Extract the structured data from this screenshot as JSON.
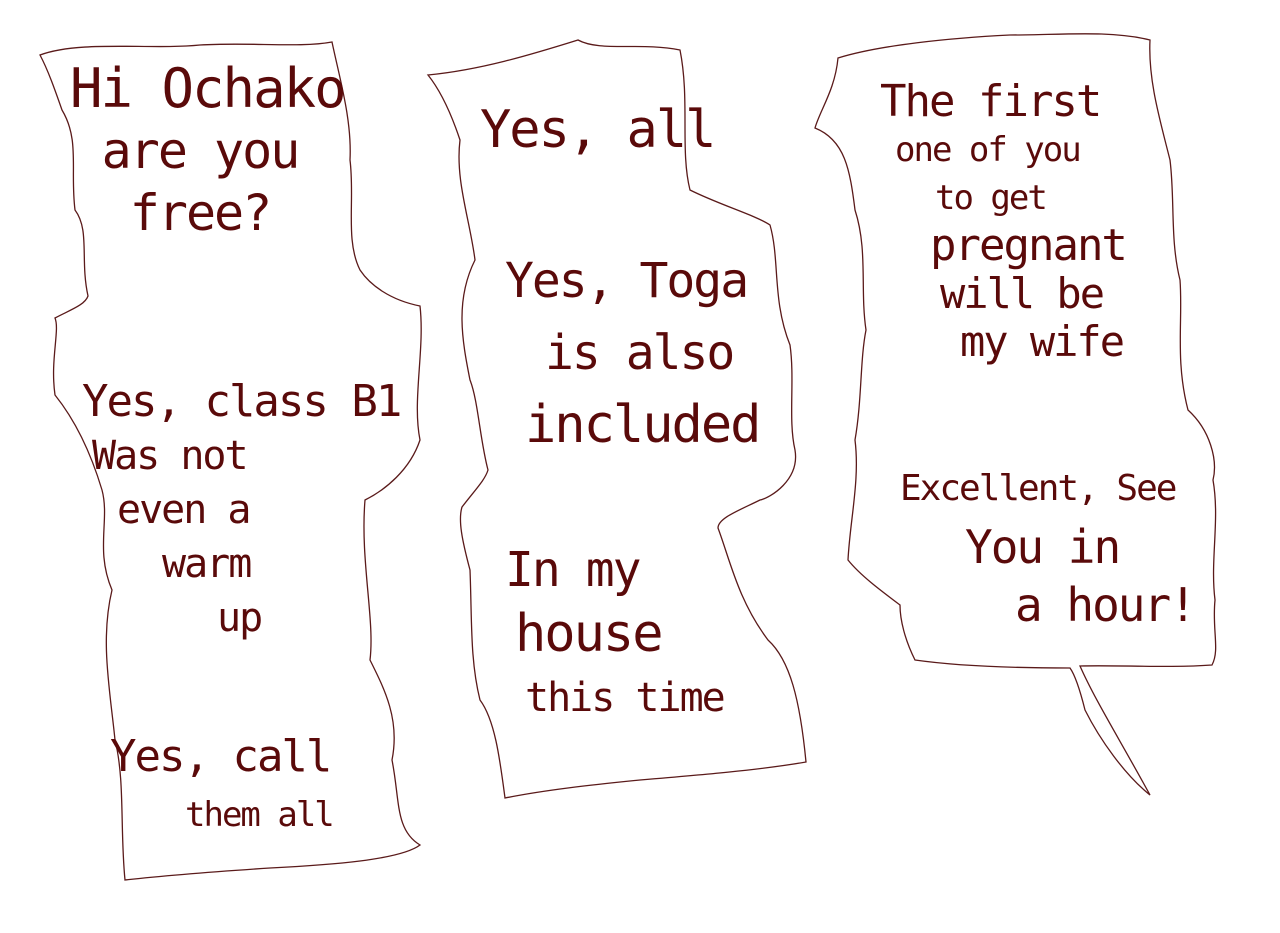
{
  "colors": {
    "ink": "#5a0a0a",
    "outline": "#5a1a1a",
    "background": "#ffffff"
  },
  "bubbles": [
    {
      "blocks": [
        {
          "lines": [
            "Hi Ochako",
            "are you",
            "free?"
          ]
        },
        {
          "lines": [
            "Yes, class B1",
            "Was not",
            "even a",
            "warm",
            "up"
          ]
        },
        {
          "lines": [
            "Yes, call",
            "them all"
          ]
        }
      ]
    },
    {
      "blocks": [
        {
          "lines": [
            "Yes, all"
          ]
        },
        {
          "lines": [
            "Yes, Toga",
            "is also",
            "included"
          ]
        },
        {
          "lines": [
            "In my",
            "house",
            "this time"
          ]
        }
      ]
    },
    {
      "blocks": [
        {
          "lines": [
            "The first",
            "one of you",
            "to get",
            "pregnant",
            "will be",
            "my wife"
          ]
        },
        {
          "lines": [
            "Excellent, See",
            "You in",
            "a hour!"
          ]
        }
      ]
    }
  ]
}
